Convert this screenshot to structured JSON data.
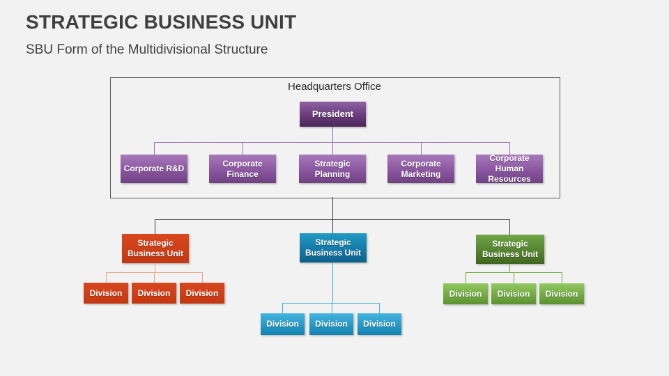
{
  "slide": {
    "title": "STRATEGIC BUSINESS UNIT",
    "subtitle": "SBU Form of the Multidivisional Structure"
  },
  "headquarters": {
    "label": "Headquarters Office",
    "president": "President",
    "staff": [
      "Corporate R&D",
      "Corporate Finance",
      "Strategic Planning",
      "Corporate Marketing",
      "Corporate Human Resources"
    ]
  },
  "sbus": [
    {
      "label": "Strategic Business Unit",
      "theme": "red",
      "accent": "#c93b12",
      "connector": "#f2a183",
      "divisions": [
        "Division",
        "Division",
        "Division"
      ]
    },
    {
      "label": "Strategic Business Unit",
      "theme": "blue",
      "accent": "#1286b4",
      "connector": "#41b0dc",
      "divisions": [
        "Division",
        "Division",
        "Division"
      ]
    },
    {
      "label": "Strategic Business Unit",
      "theme": "green",
      "accent": "#588e2d",
      "connector": "#6aa83c",
      "divisions": [
        "Division",
        "Division",
        "Division"
      ]
    }
  ],
  "colors": {
    "background": "#f2f2f2",
    "title_text": "#3f3f3f",
    "hq_border": "#595959",
    "purple_box_top": "#a87ab9",
    "purple_box_bottom": "#6f4181",
    "president_top": "#8e62a2",
    "president_bottom": "#4a2757",
    "purple_connector": "#9b6dae",
    "dark_connector": "#404040"
  }
}
